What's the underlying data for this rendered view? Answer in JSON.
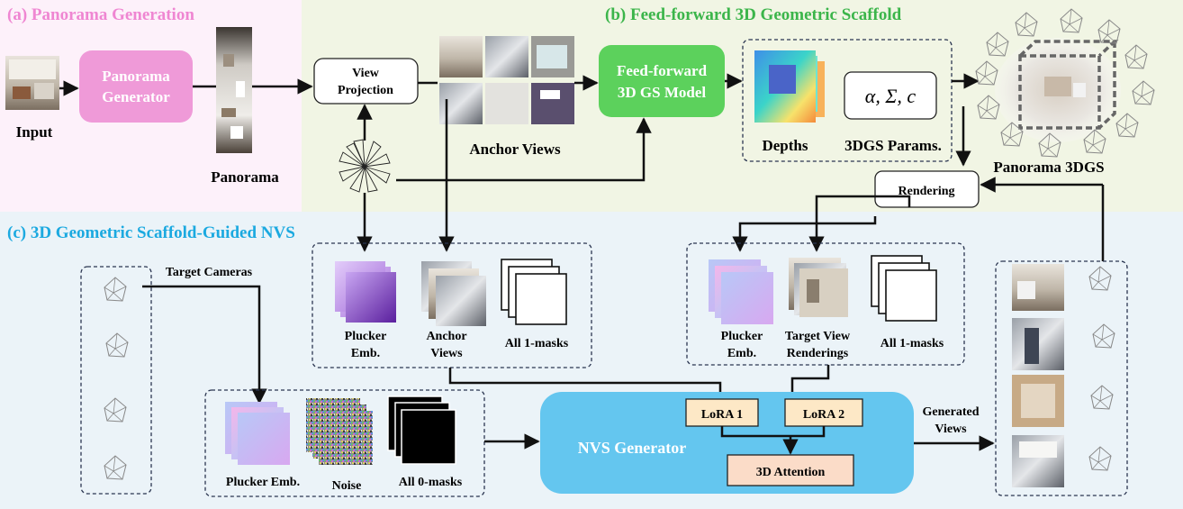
{
  "sections": {
    "a": "(a) Panorama Generation",
    "b": "(b) Feed-forward 3D Geometric Scaffold",
    "c": "(c) 3D Geometric Scaffold-Guided NVS"
  },
  "labels": {
    "input": "Input",
    "panorama_generator_l1": "Panorama",
    "panorama_generator_l2": "Generator",
    "panorama": "Panorama",
    "view_projection_l1": "View",
    "view_projection_l2": "Projection",
    "anchor_views": "Anchor Views",
    "ff_model_l1": "Feed-forward",
    "ff_model_l2": "3D GS Model",
    "depths": "Depths",
    "params_formula": "α, Σ, c",
    "params_label": "3DGS Params.",
    "panorama_3dgs": "Panorama 3DGS",
    "rendering": "Rendering",
    "target_cameras": "Target Cameras",
    "plucker_emb_l1": "Plucker",
    "plucker_emb_l2": "Emb.",
    "anchor_views_l1": "Anchor",
    "anchor_views_l2": "Views",
    "all_1_masks": "All 1-masks",
    "target_view_l1": "Target View",
    "target_view_l2": "Renderings",
    "plucker_emb_full": "Plucker Emb.",
    "noise": "Noise",
    "all_0_masks": "All 0-masks",
    "nvs_generator": "NVS Generator",
    "lora1": "LoRA 1",
    "lora2": "LoRA 2",
    "attention": "3D Attention",
    "generated_l1": "Generated",
    "generated_l2": "Views"
  },
  "colors": {
    "section_a_bg": "#fdf1fa",
    "section_b_bg": "#f1f5e4",
    "section_c_bg": "#ebf3f8",
    "title_a": "#ef86d2",
    "title_b": "#3bb54a",
    "title_c": "#1ba9e0",
    "generator_box": "#ef9ad8",
    "ff_box": "#5cd15c",
    "nvs_box": "#64c6ef",
    "lora_box": "#fde8c6",
    "attention_box": "#fbdcc8"
  }
}
